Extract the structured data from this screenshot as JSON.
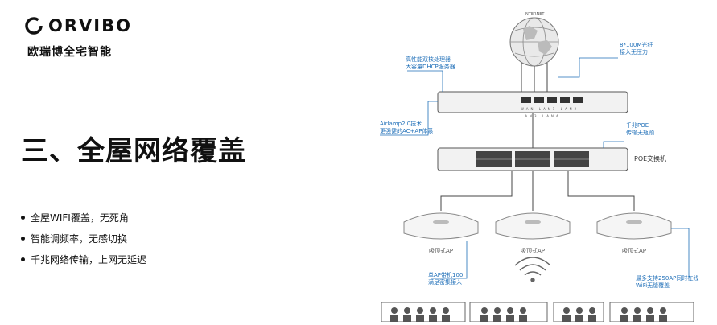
{
  "brand": {
    "name": "ORVIBO",
    "name_cn": "欧瑞博全宅智能"
  },
  "slide": {
    "title": "三、全屋网络覆盖",
    "bullets": [
      "全屋WIFI覆盖，无死角",
      "智能调频率，无感切换",
      "千兆网络传输，上网无延迟"
    ]
  },
  "diagram": {
    "globe_label": "INTERNET",
    "annotations": {
      "router": [
        "高性能双核处理器",
        "大容量DHCP服务器"
      ],
      "fiber": [
        "8*100M光纤",
        "接入无压力"
      ],
      "airlamp": [
        "Airlamp2.0技术",
        "更强健的AC+AP体系"
      ],
      "poe": [
        "千兆POE",
        "传输无瓶颈"
      ],
      "ap_users": [
        "单AP带机100",
        "满足密集接入"
      ],
      "ap_scale": [
        "最多支持250AP同时在线",
        "WiFi无缝覆盖"
      ]
    },
    "port_labels": [
      "WAN",
      "LAN1",
      "LAN2",
      "LAN3",
      "LAN4"
    ],
    "poe_switch_label": "POE交换机",
    "ap_label": "吸顶式AP",
    "colors": {
      "accent": "#1f6fb8",
      "line": "#444444",
      "device": "#f2f2f2"
    }
  }
}
